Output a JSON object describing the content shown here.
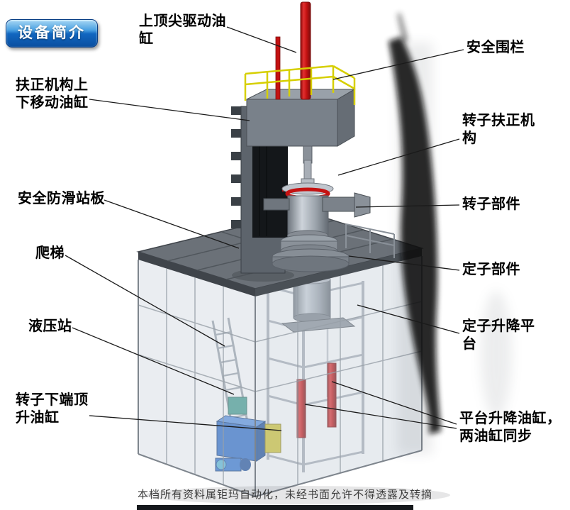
{
  "badge": {
    "label": "设备简介"
  },
  "labels": {
    "top_cylinder": "上顶尖驱动油缸",
    "safety_fence": "安全围栏",
    "centering_cylinder": "扶正机构上下移动油缸",
    "rotor_centering": "转子扶正机构",
    "antislip_board": "安全防滑站板",
    "rotor_part": "转子部件",
    "ladder": "爬梯",
    "stator_part": "定子部件",
    "hydraulic_station": "液压站",
    "stator_platform": "定子升降平台",
    "jacking_cylinder": "转子下端顶升油缸",
    "platform_cylinders": "平台升降油缸，两油缸同步"
  },
  "watermark": "本档所有资料属钜玛自动化，未经书面允许不得透露及转摘",
  "colors": {
    "badge_blue": "#1166c0",
    "cylinder_red": "#c41212",
    "railing_yellow": "#d6cf00",
    "hydraulic_blue": "#2a6bc8",
    "platform_gray": "#6b7178"
  }
}
